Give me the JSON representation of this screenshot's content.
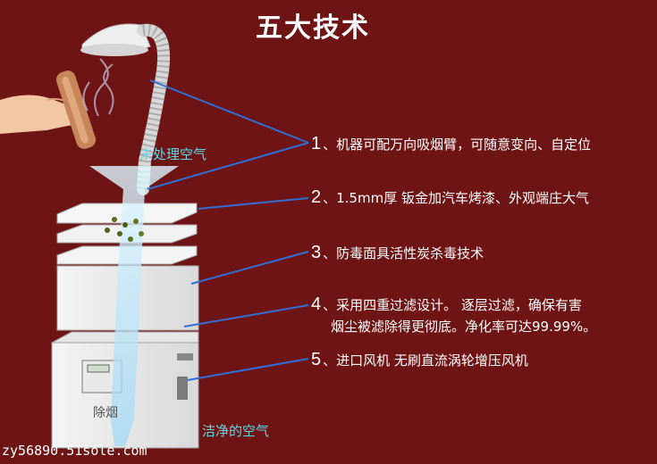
{
  "title": "五大技术",
  "features": [
    {
      "num": "1",
      "text": "、机器可配万向吸烟臂，可随意变向、自定位",
      "line2": ""
    },
    {
      "num": "2",
      "text": "、1.5mm厚 钣金加汽车烤漆、外观端庄大气",
      "line2": ""
    },
    {
      "num": "3",
      "text": "、防毒面具活性炭杀毒技术",
      "line2": ""
    },
    {
      "num": "4",
      "text": "、采用四重过滤设计。 逐层过滤，确保有害",
      "line2": "烟尘被滤除得更彻底。净化率可达99.99%。"
    },
    {
      "num": "5",
      "text": "、进口风机 无刷直流涡轮增压风机",
      "line2": ""
    }
  ],
  "labels": {
    "untreated_air": "未处理空气",
    "clean_air": "洁净的空气",
    "machine_name": "除烟"
  },
  "watermark": "zy56890.51sole.com",
  "colors": {
    "background": "#6e1414",
    "text": "#ffffff",
    "cyan_label": "#5fd8e8",
    "leader_line": "#2f6fd6"
  }
}
